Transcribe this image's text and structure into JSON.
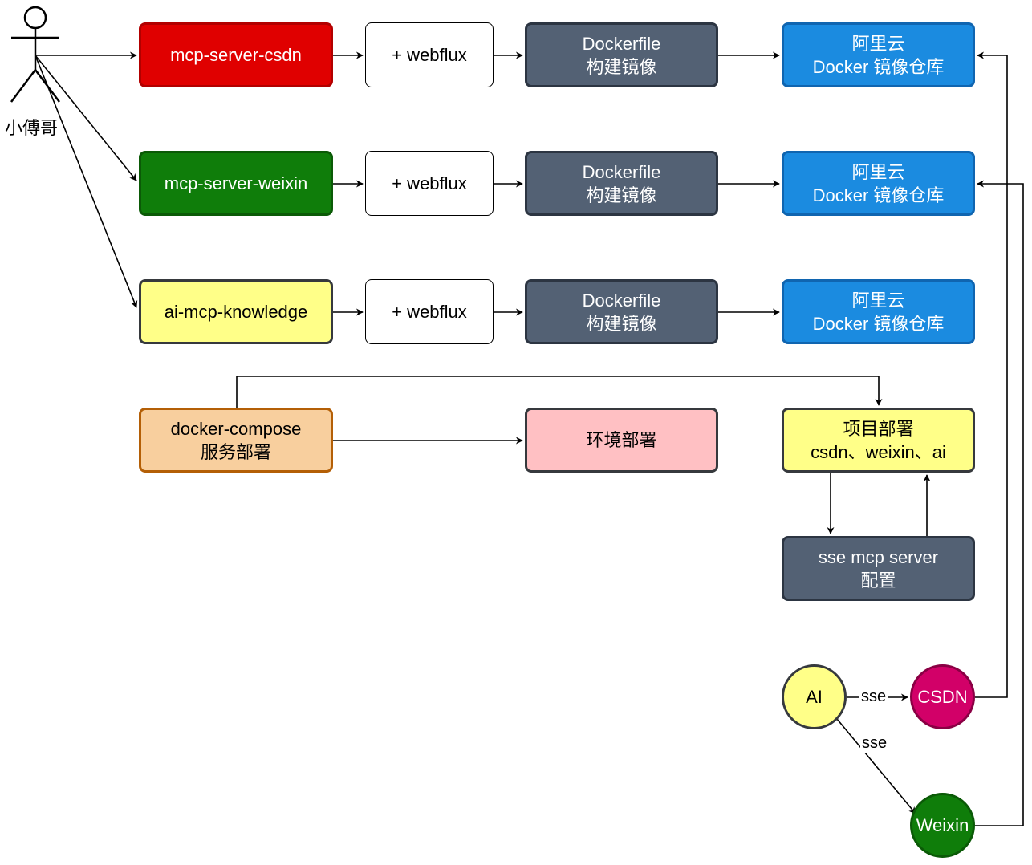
{
  "actor": {
    "label": "小傅哥"
  },
  "rows": [
    {
      "project": {
        "lines": [
          "mcp-server-csdn"
        ],
        "fill": "#e00000",
        "stroke": "#b20000",
        "text": "#ffffff"
      },
      "webflux": "+ webflux",
      "dockerfile": [
        "Dockerfile",
        "构建镜像"
      ],
      "registry": [
        "阿里云",
        "Docker 镜像仓库"
      ]
    },
    {
      "project": {
        "lines": [
          "mcp-server-weixin"
        ],
        "fill": "#0f7d0a",
        "stroke": "#0b5a07",
        "text": "#ffffff"
      },
      "webflux": "+ webflux",
      "dockerfile": [
        "Dockerfile",
        "构建镜像"
      ],
      "registry": [
        "阿里云",
        "Docker 镜像仓库"
      ]
    },
    {
      "project": {
        "lines": [
          "ai-mcp-knowledge"
        ],
        "fill": "#ffff88",
        "stroke": "#36393d",
        "text": "#000000"
      },
      "webflux": "+ webflux",
      "dockerfile": [
        "Dockerfile",
        "构建镜像"
      ],
      "registry": [
        "阿里云",
        "Docker 镜像仓库"
      ]
    }
  ],
  "compose": [
    "docker-compose",
    "服务部署"
  ],
  "env": [
    "环境部署"
  ],
  "deploy": [
    "项目部署",
    "csdn、weixin、ai"
  ],
  "sse_config": [
    "sse mcp server",
    "配置"
  ],
  "circles": {
    "ai": "AI",
    "csdn": "CSDN",
    "weixin": "Weixin"
  },
  "edge_labels": {
    "ai_csdn": "sse",
    "ai_weixin": "sse"
  },
  "colors": {
    "dockerfile_fill": "#536174",
    "dockerfile_stroke": "#2c3542",
    "registry_fill": "#1b8be0",
    "registry_stroke": "#1065b0",
    "compose_fill": "#f8cf9e",
    "compose_stroke": "#b45f06",
    "env_fill": "#ffc0c3",
    "env_stroke": "#36393d",
    "deploy_fill": "#ffff88",
    "deploy_stroke": "#36393d",
    "ai_fill": "#ffff88",
    "csdn_fill": "#d20068",
    "weixin_fill": "#0f7d0a"
  }
}
